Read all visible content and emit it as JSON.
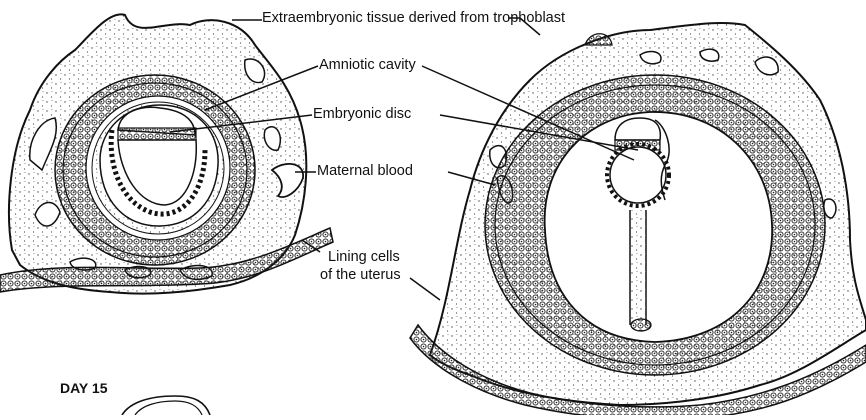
{
  "labels": {
    "trophoblast": "Extraembryonic tissue derived from trophoblast",
    "amniotic_cavity": "Amniotic cavity",
    "embryonic_disc": "Embryonic disc",
    "maternal_blood": "Maternal blood",
    "lining_cells_line1": "Lining cells",
    "lining_cells_line2": "of the uterus"
  },
  "day_label": "DAY 15",
  "colors": {
    "ink": "#111111",
    "paper": "#ffffff",
    "stipple": "#444444"
  }
}
